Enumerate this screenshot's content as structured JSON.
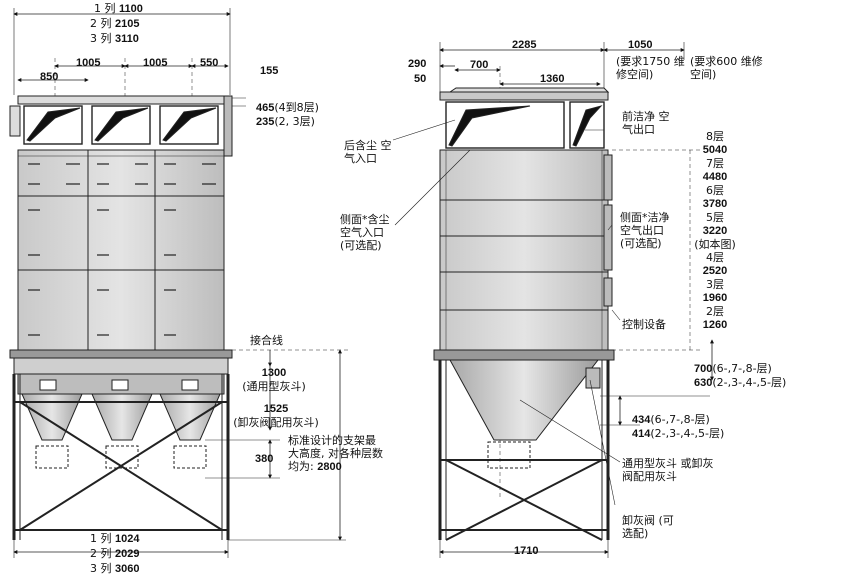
{
  "left_view": {
    "top_widths": [
      {
        "prefix": "1 列",
        "value": "1100"
      },
      {
        "prefix": "2 列",
        "value": "2105"
      },
      {
        "prefix": "3 列",
        "value": "3110"
      }
    ],
    "module_pitch": [
      "1005",
      "1005"
    ],
    "edge_right": "550",
    "edge_left": "850",
    "outlet_top": "155",
    "height_outlet_a": {
      "value": "465",
      "note": "(4到8层)"
    },
    "height_outlet_b": {
      "value": "235",
      "note": "(2, 3层)"
    },
    "joint_line": "接合线",
    "hopper_std": {
      "value": "1300",
      "note": "(通用型灰斗)"
    },
    "hopper_valve": {
      "value": "1525",
      "note": "(卸灰阀配用灰斗)"
    },
    "clearance": "380",
    "support_note": "标准设计的支架最大高度, 对各种层数均为:",
    "support_value": "2800",
    "bottom_widths": [
      {
        "prefix": "1 列",
        "value": "1024"
      },
      {
        "prefix": "2 列",
        "value": "2029"
      },
      {
        "prefix": "3 列",
        "value": "3060"
      }
    ]
  },
  "right_view": {
    "overall": "2285",
    "service": {
      "value": "1050",
      "note": "(要求1750 维修空间)"
    },
    "service_note2": "(要求600 维修空间)",
    "dim_290": "290",
    "dim_50": "50",
    "dim_700": "700",
    "dim_1360": "1360",
    "rear_inlet": "后含尘 空气入口",
    "front_outlet": "前洁净 空气出口",
    "side_inlet": "侧面*含尘 空气入口 (可选配)",
    "side_outlet": "侧面*洁净 空气出口 (可选配)",
    "controls": "控制设备",
    "levels": [
      {
        "label": "8层",
        "value": "5040"
      },
      {
        "label": "7层",
        "value": "4480"
      },
      {
        "label": "6层",
        "value": "3780"
      },
      {
        "label": "5层",
        "value": "3220"
      },
      {
        "label": "(如本图)",
        "value": ""
      },
      {
        "label": "4层",
        "value": "2520"
      },
      {
        "label": "3层",
        "value": "1960"
      },
      {
        "label": "2层",
        "value": "1260"
      }
    ],
    "leg_height_a": {
      "value": "700",
      "note": "(6-,7-,8-层)"
    },
    "leg_height_b": {
      "value": "630",
      "note": "(2-,3-,4-,5-层)"
    },
    "valve_offset_a": {
      "value": "434",
      "note": "(6-,7-,8-层)"
    },
    "valve_offset_b": {
      "value": "414",
      "note": "(2-,3-,4-,5-层)"
    },
    "hopper_label": "通用型灰斗 或卸灰阀配用灰斗",
    "valve_label": "卸灰阀 (可选配)",
    "base_width": "1710"
  }
}
